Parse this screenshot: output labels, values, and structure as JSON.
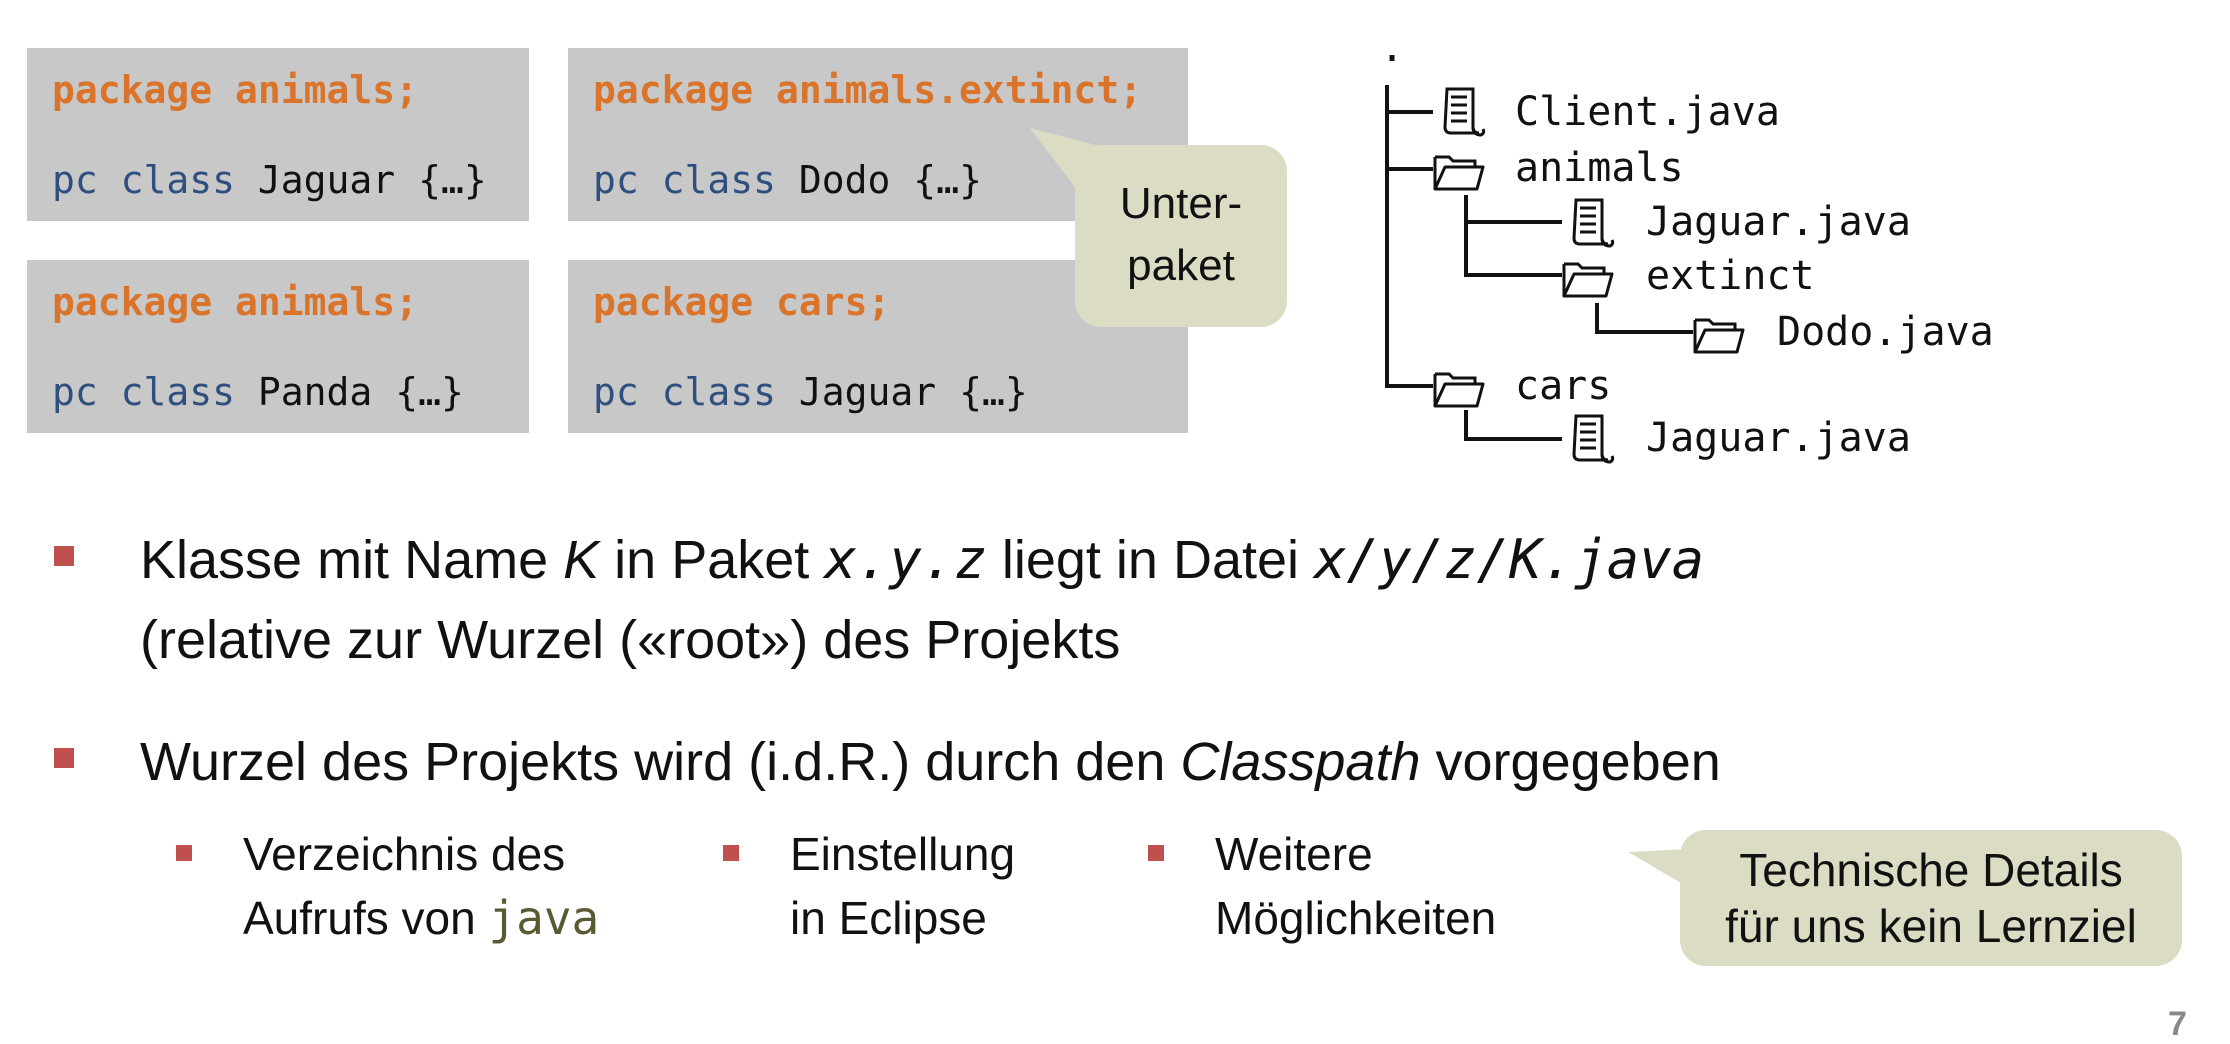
{
  "code_boxes": [
    {
      "package": "package animals;",
      "class_kw": "pc class",
      "class_name": "Jaguar {…}"
    },
    {
      "package": "package animals.extinct;",
      "class_kw": "pc class",
      "class_name": "Dodo {…}"
    },
    {
      "package": "package animals;",
      "class_kw": "pc class",
      "class_name": "Panda {…}"
    },
    {
      "package": "package cars;",
      "class_kw": "pc class",
      "class_name": "Jaguar {…}"
    }
  ],
  "callout_subpackage": {
    "line1": "Unter-",
    "line2": "paket"
  },
  "tree": {
    "root": ".",
    "nodes": [
      {
        "label": "Client.java",
        "icon": "file-icon"
      },
      {
        "label": "animals",
        "icon": "folder-icon"
      },
      {
        "label": "Jaguar.java",
        "icon": "file-icon"
      },
      {
        "label": "extinct",
        "icon": "folder-icon"
      },
      {
        "label": "Dodo.java",
        "icon": "folder-icon"
      },
      {
        "label": "cars",
        "icon": "folder-icon"
      },
      {
        "label": "Jaguar.java",
        "icon": "file-icon"
      }
    ]
  },
  "bullet1": {
    "t1": "Klasse mit Name ",
    "k": "K",
    "t2": " in Paket ",
    "pkg": "x.y.z",
    "t3": " liegt in Datei ",
    "file": "x/y/z/K.java",
    "line2": "(relative zur Wurzel («root») des Projekts"
  },
  "bullet2": {
    "t1": "Wurzel des Projekts wird (i.d.R.) durch den ",
    "classpath": "Classpath",
    "t2": " vorgegeben"
  },
  "sub_bullets": [
    {
      "line1": "Verzeichnis des",
      "line2_prefix": "Aufrufs von ",
      "line2_code": "java"
    },
    {
      "line1": "Einstellung",
      "line2": "in Eclipse"
    },
    {
      "line1": "Weitere",
      "line2": "Möglichkeiten"
    }
  ],
  "callout_details": {
    "line1": "Technische Details",
    "line2": "für uns kein Lernziel"
  },
  "page_number": "7",
  "colors": {
    "package": "#d9742a",
    "keyword": "#2f4f7f",
    "bullet": "#c0504d",
    "code_bg": "#c8c8c8",
    "callout_bg": "#dcdcc5"
  }
}
